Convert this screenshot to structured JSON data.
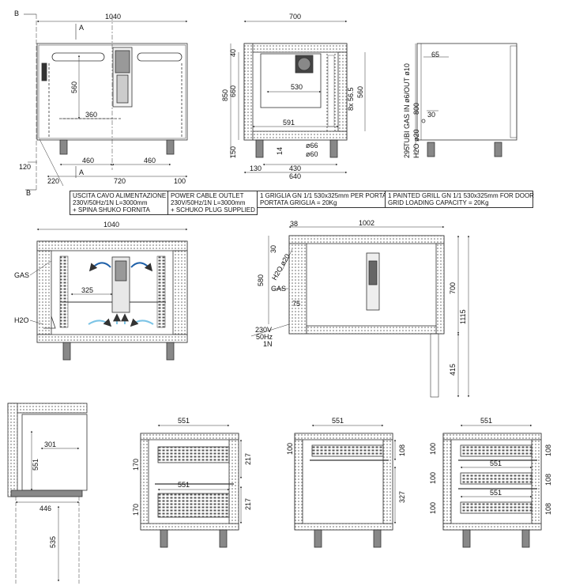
{
  "markers": {
    "b_top": "B",
    "a_top": "A",
    "a_bottom": "A",
    "b_bottom": "B"
  },
  "front": {
    "width": "1040",
    "w_left": "460",
    "w_mid": "720",
    "w_right": "460",
    "offset_left": "220",
    "edge": "120",
    "right_edge": "100",
    "inner_w": "360",
    "h_560": "560"
  },
  "side": {
    "width": "700",
    "h_total": "850",
    "h_660": "660",
    "h_150": "150",
    "top_40": "40",
    "w_530": "530",
    "w_591": "591",
    "w_640": "640",
    "w_430": "430",
    "w_130": "130",
    "d66": "ø66",
    "d60": "ø60",
    "h14": "14",
    "grid": "8x 56.5",
    "h560": "560"
  },
  "right_side": {
    "w65": "65",
    "tube_label": "TUBI GAS  IN ø6/OUT ø10",
    "h800": "800",
    "h30": "30",
    "h295": "295",
    "h2o": "H2O ø20"
  },
  "notes": {
    "it_cable": [
      "USCITA CAVO ALIMENTAZIONE",
      "230V/50Hz/1N L=3000mm",
      "+ SPINA SHUKO FORNITA"
    ],
    "en_cable": [
      "POWER CABLE OUTLET",
      "230V/50Hz/1N L=3000mm",
      "+ SCHUKO PLUG SUPPLIED"
    ],
    "it_grill": [
      "1 GRIGLIA GN 1/1 530x325mm PER PORTA",
      "PORTATA GRIGLIA = 20Kg"
    ],
    "en_grill": [
      "1 PAINTED GRILL GN 1/1 530x325mm FOR DOOR",
      "GRID LOADING CAPACITY = 20Kg"
    ]
  },
  "section": {
    "width": "1040",
    "inner": "325",
    "gas": "GAS",
    "h2o": "H2O"
  },
  "plan": {
    "w38": "38",
    "w1002": "1002",
    "h30": "30",
    "h580": "580",
    "h2o": "H2O ø20",
    "gas": "GAS",
    "h75": "75",
    "power": [
      "230V",
      "50Hz",
      "1N"
    ],
    "h700": "700",
    "h1115": "1115",
    "h415": "415"
  },
  "door": {
    "w301": "301",
    "h551": "551",
    "w446": "446",
    "h535": "535"
  },
  "drawers1": {
    "w_top": "551",
    "w_mid": "551",
    "h170a": "170",
    "h170b": "170",
    "h217a": "217",
    "h217b": "217"
  },
  "drawers2": {
    "w_top": "551",
    "h100": "100",
    "h108": "108",
    "h327": "327"
  },
  "drawers3": {
    "w_top": "551",
    "w_mid": "551",
    "w_bot": "551",
    "h100a": "100",
    "h100b": "100",
    "h100c": "100",
    "h108a": "108",
    "h108b": "108",
    "h108c": "108"
  }
}
